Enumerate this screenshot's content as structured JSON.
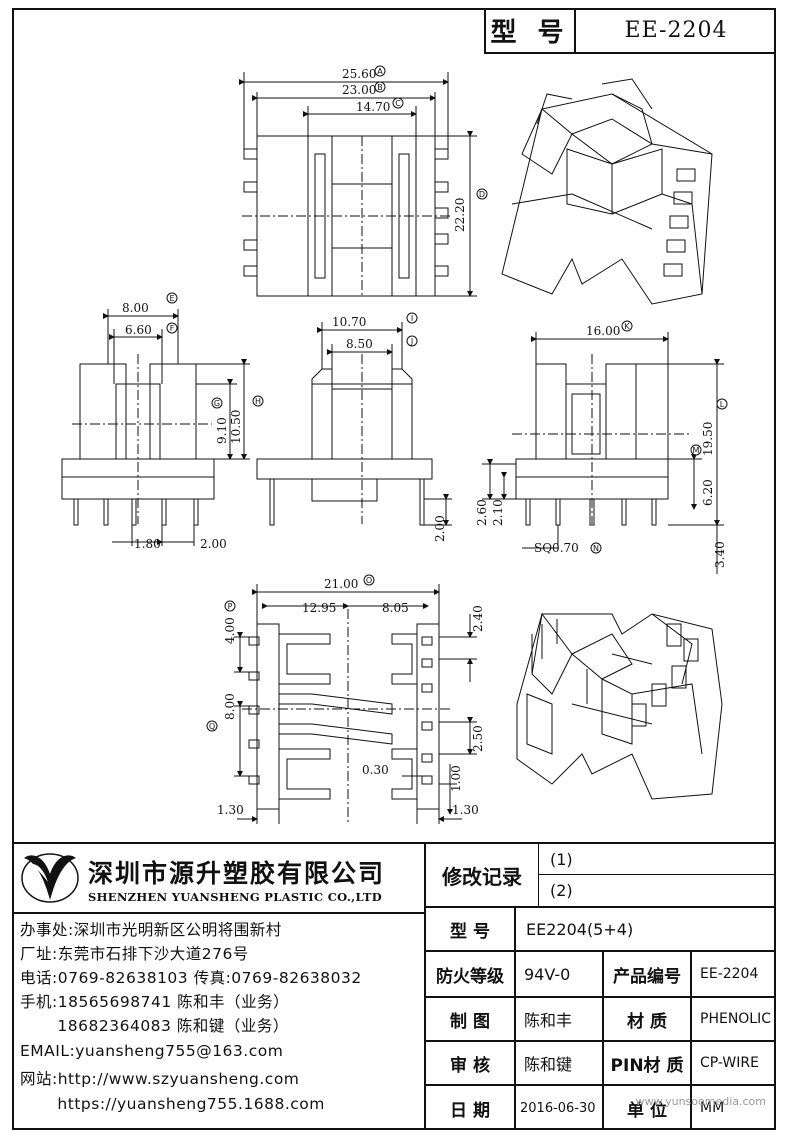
{
  "header": {
    "model_label": "型 号",
    "model_value": "EE-2204"
  },
  "dims": {
    "d_a": "25.60",
    "d_b": "23.00",
    "d_c": "14.70",
    "d_d": "22.20",
    "d_e": "8.00",
    "d_f": "6.60",
    "d_g": "9.10",
    "d_h": "10.50",
    "d_i": "10.70",
    "d_j": "8.50",
    "d_k": "16.00",
    "d_l": "19.50",
    "d_m": "6.20",
    "d_n": "SQ0.70",
    "d_o": "21.00",
    "d_p": "4.00",
    "d_q": "8.00",
    "d_r": "12.95",
    "d_s": "8.05",
    "d_pitch1": "1.80",
    "d_pitch2": "2.00",
    "d_pin": "2.00",
    "d_260": "2.60",
    "d_210": "2.10",
    "d_340": "3.40",
    "d_240": "2.40",
    "d_250": "2.50",
    "d_030": "0.30",
    "d_100": "1.00",
    "d_130a": "1.30",
    "d_130b": "1.30",
    "mk_a": "A",
    "mk_b": "B",
    "mk_c": "C",
    "mk_d": "D",
    "mk_e": "E",
    "mk_f": "F",
    "mk_g": "G",
    "mk_h": "H",
    "mk_i": "I",
    "mk_j": "J",
    "mk_k": "K",
    "mk_l": "L",
    "mk_m": "M",
    "mk_n": "N",
    "mk_o": "O",
    "mk_p": "P",
    "mk_q": "Q"
  },
  "company": {
    "cn_name": "深圳市源升塑胶有限公司",
    "en_name": "SHENZHEN YUANSHENG PLASTIC CO.,LTD",
    "lines": [
      "办事处:深圳市光明新区公明将围新村",
      "厂址:东莞市石排下沙大道276号",
      "电话:0769-82638103 传真:0769-82638032",
      "手机:18565698741 陈和丰（业务）",
      "　　 18682364083 陈和键（业务）",
      "EMAIL:yuansheng755@163.com",
      "网站:http://www.szyuansheng.com",
      "　　 https://yuansheng755.1688.com"
    ]
  },
  "table": {
    "revision_label": "修改记录",
    "rev1": "(1)",
    "rev2": "(2)",
    "model_label": "型 号",
    "model_value": "EE2204(5+4)",
    "fire_label": "防火等级",
    "fire_value": "94V-0",
    "code_label": "产品编号",
    "code_value": "EE-2204",
    "drawn_label": "制 图",
    "drawn_value": "陈和丰",
    "material_label": "材 质",
    "material_value": "PHENOLIC",
    "check_label": "审 核",
    "check_value": "陈和键",
    "pin_label": "PIN材 质",
    "pin_value": "CP-WIRE",
    "date_label": "日 期",
    "date_value": "2016-06-30",
    "unit_label": "单 位",
    "unit_value": "MM"
  },
  "watermark": "www.yunsoomedia.com"
}
